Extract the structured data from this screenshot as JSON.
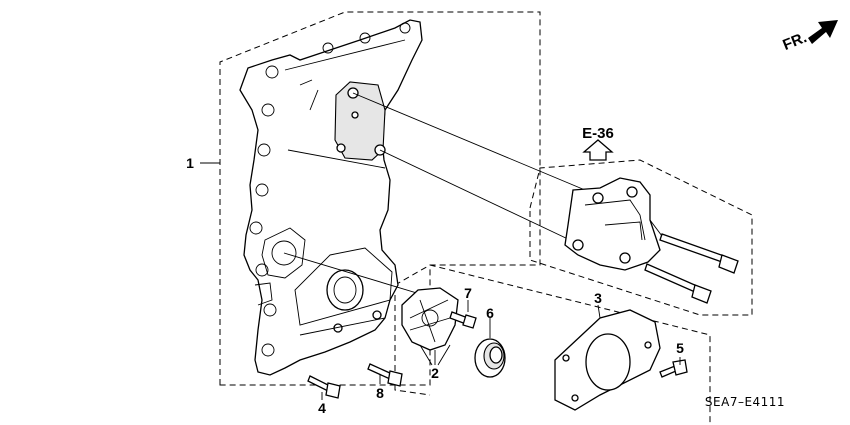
{
  "diagram": {
    "part_numbers": [
      "1",
      "2",
      "3",
      "4",
      "5",
      "6",
      "7",
      "8"
    ],
    "reference_label": "E-36",
    "direction_label": "FR.",
    "diagram_code": "SEA7–E4111"
  }
}
